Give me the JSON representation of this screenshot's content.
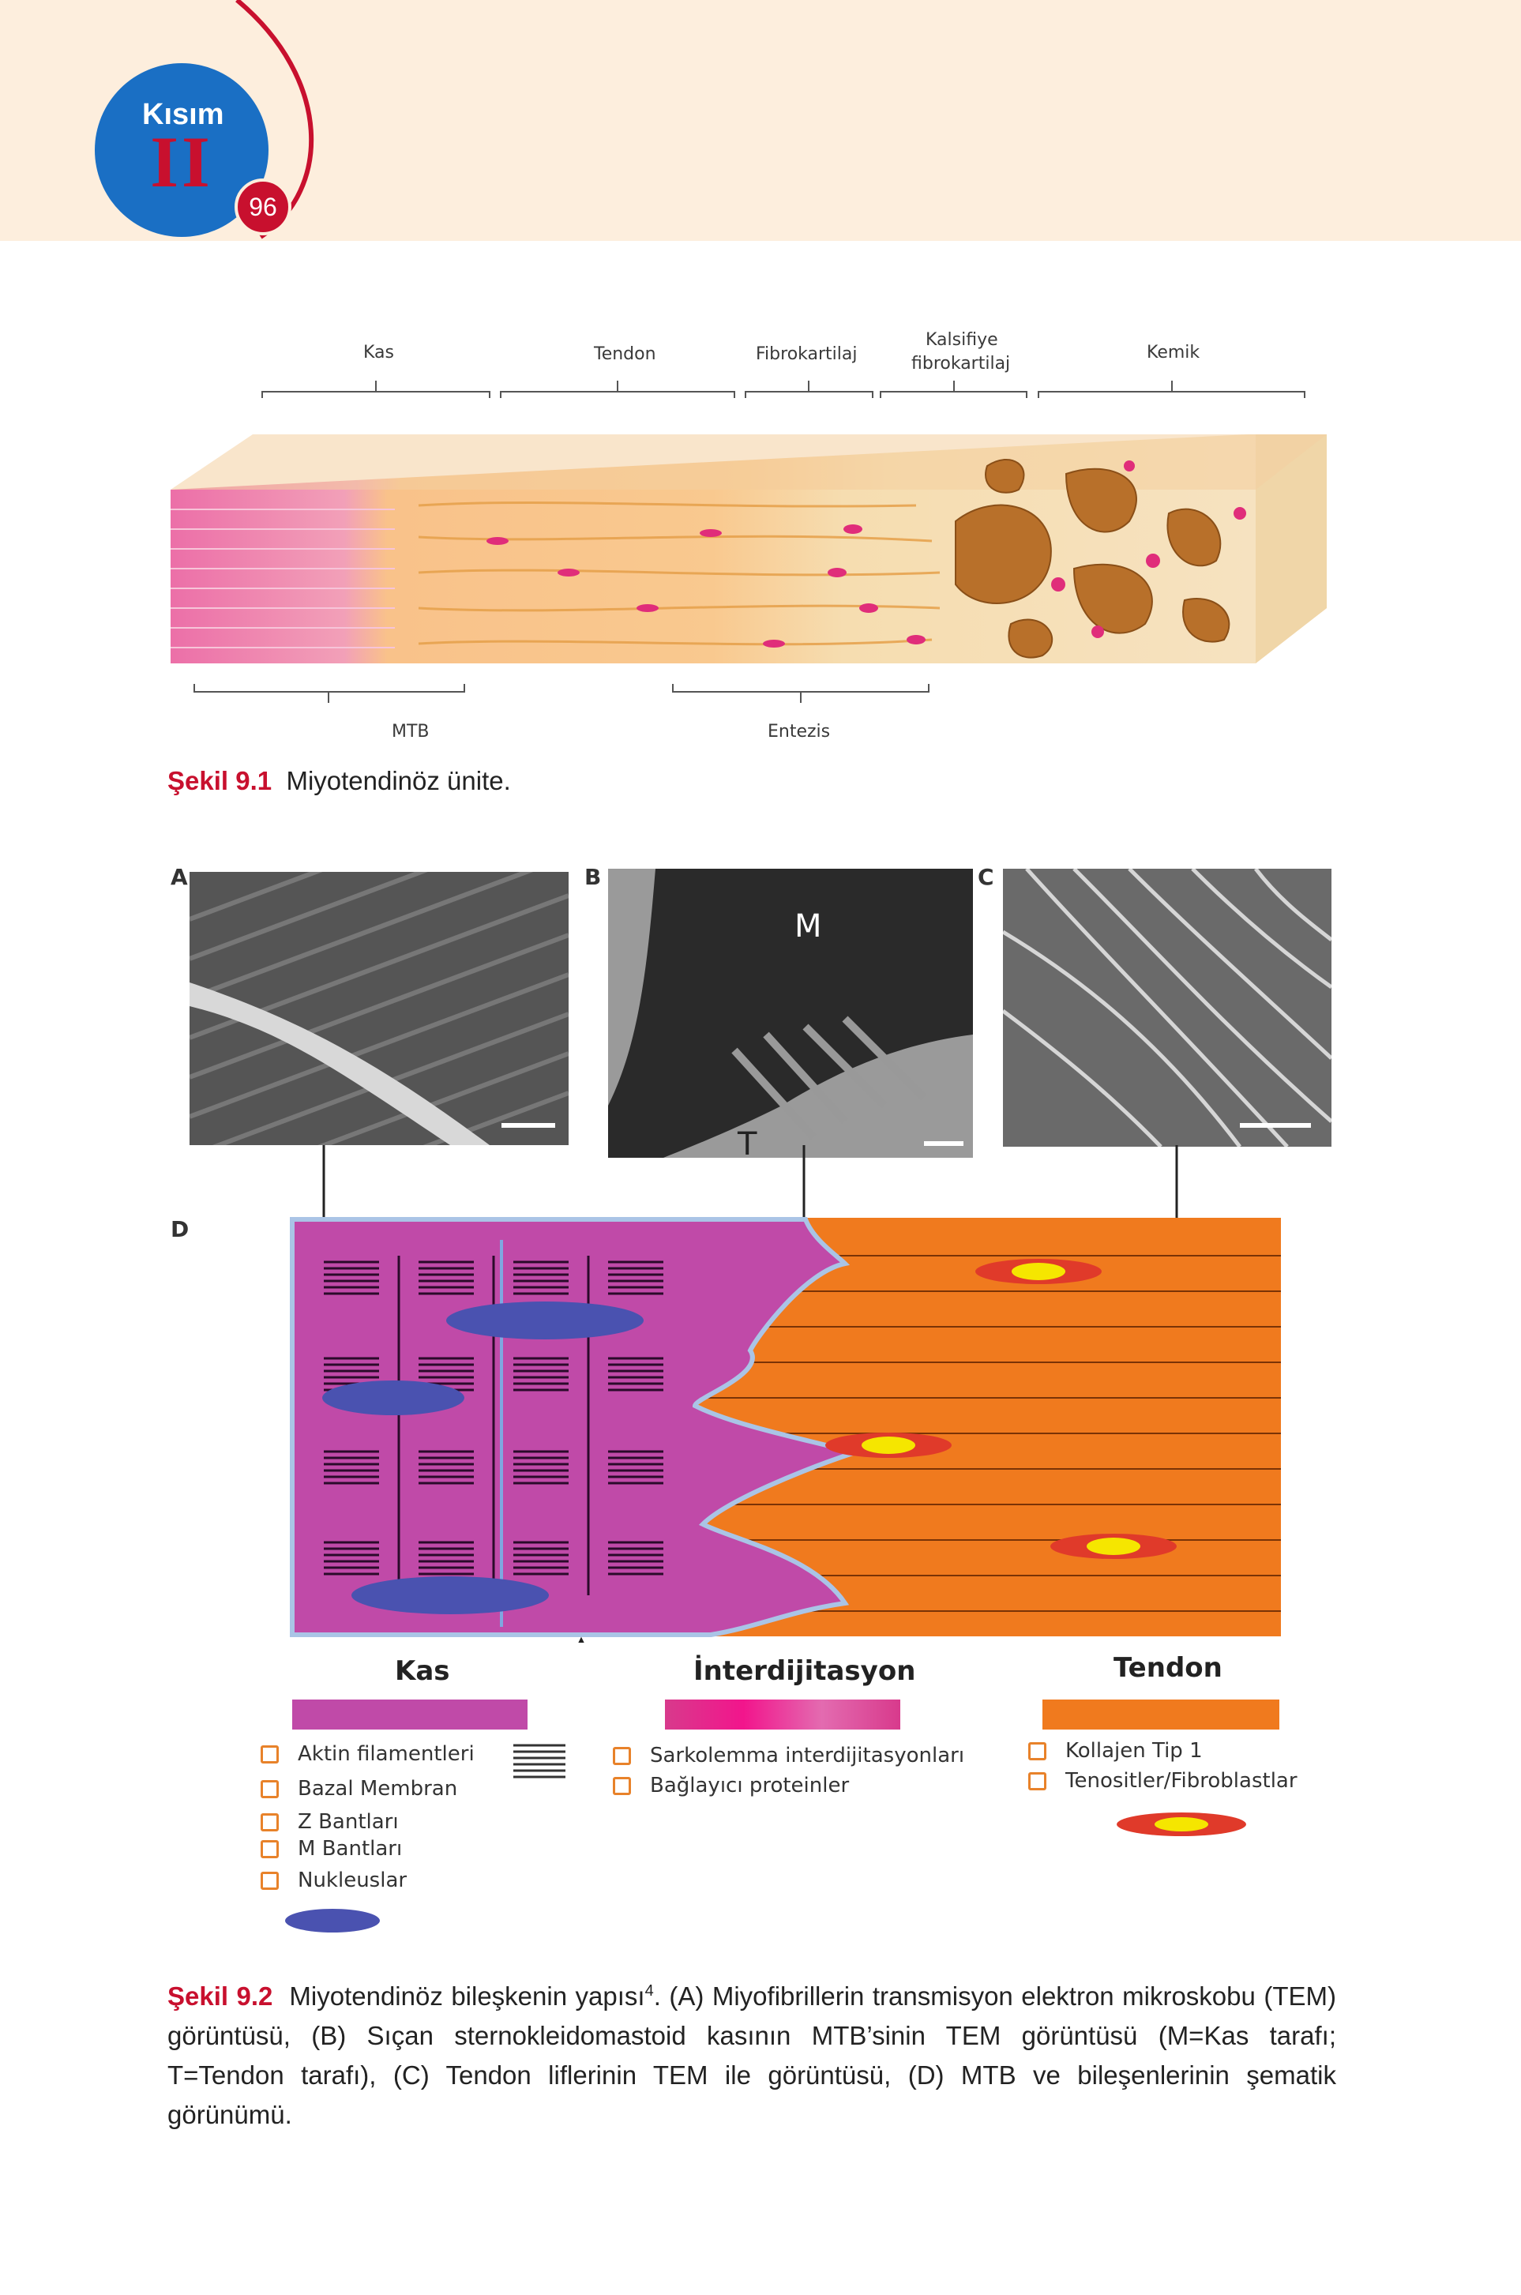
{
  "header": {
    "section_label": "Kısım",
    "section_number": "II",
    "page_number": "96",
    "accent_color": "#1a6fc4",
    "brand_red": "#c8102e"
  },
  "figure1": {
    "top_labels": [
      "Kas",
      "Tendon",
      "Fibrokartilaj",
      "Kalsifiye",
      "fibrokartilaj",
      "Kemik"
    ],
    "bottom_labels": [
      "MTB",
      "Entezis"
    ],
    "caption_number": "Şekil 9.1",
    "caption_text": "Miyotendinöz ünite."
  },
  "figure2": {
    "panel_letters": [
      "A",
      "B",
      "C",
      "D"
    ],
    "panel_b_labels": [
      "M",
      "T"
    ],
    "legend": {
      "kas": {
        "title": "Kas",
        "items": [
          "Aktin filamentleri",
          "Bazal Membran",
          "Z Bantları",
          "M Bantları",
          "Nukleuslar"
        ]
      },
      "interdigitation": {
        "title": "İnterdijitasyon",
        "items": [
          "Sarkolemma interdijitasyonları",
          "Bağlayıcı proteinler"
        ]
      },
      "tendon": {
        "title": "Tendon",
        "items": [
          "Kollajen Tip 1",
          "Tenositler/Fibroblastlar"
        ]
      }
    },
    "caption_number": "Şekil 9.2",
    "caption_title": "Miyotendinöz bileşkenin yapısı",
    "caption_superscript": "4",
    "caption_rest": ". (A) Miyofibrillerin transmisyon elektron mikroskobu (TEM) görüntüsü, (B) Sıçan sternokleidomastoid kasının MTB’sinin TEM görüntüsü (M=Kas tarafı; T=Tendon tarafı), (C) Tendon liflerinin TEM ile görüntüsü, (D) MTB ve bileşenlerinin şematik görünümü."
  },
  "colors": {
    "muscle": "#c04aa8",
    "tendon": "#f07a1e",
    "bone": "#b8702a",
    "checkbox": "#e8822a"
  }
}
